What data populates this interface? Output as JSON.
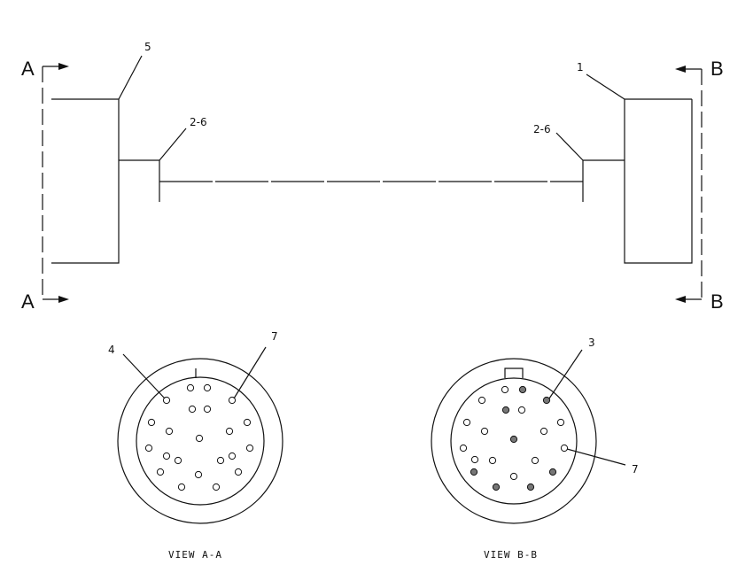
{
  "section_markers": {
    "left": "A",
    "right": "B"
  },
  "callouts": {
    "c5": "5",
    "c1": "1",
    "c2_6_left": "2-6",
    "c2_6_right": "2-6",
    "c4": "4",
    "c7_left": "7",
    "c3": "3",
    "c7_right": "7"
  },
  "views": {
    "left_caption": "VIEW A-A",
    "right_caption": "VIEW B-B"
  }
}
